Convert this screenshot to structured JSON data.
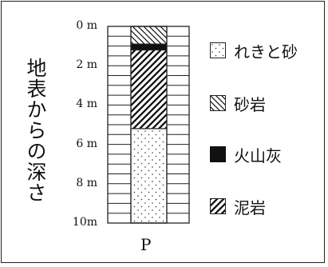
{
  "y_axis_label": "地表からの深さ",
  "depth_labels": [
    "0 m",
    "2 m",
    "4 m",
    "6 m",
    "8 m",
    "10m"
  ],
  "column_label": "P",
  "legend": [
    {
      "label": "れきと砂",
      "pattern": "dots"
    },
    {
      "label": "砂岩",
      "pattern": "backslash-hatch"
    },
    {
      "label": "火山灰",
      "pattern": "solid"
    },
    {
      "label": "泥岩",
      "pattern": "slash-hatch"
    }
  ],
  "layers": [
    {
      "rock": "砂岩",
      "top_m": 0,
      "bottom_m": 0.9
    },
    {
      "rock": "火山灰",
      "top_m": 0.9,
      "bottom_m": 1.2
    },
    {
      "rock": "泥岩",
      "top_m": 1.2,
      "bottom_m": 5.2
    },
    {
      "rock": "れきと砂",
      "top_m": 5.2,
      "bottom_m": 10
    }
  ],
  "colors": {
    "line": "#222222",
    "fill": "#111111"
  }
}
